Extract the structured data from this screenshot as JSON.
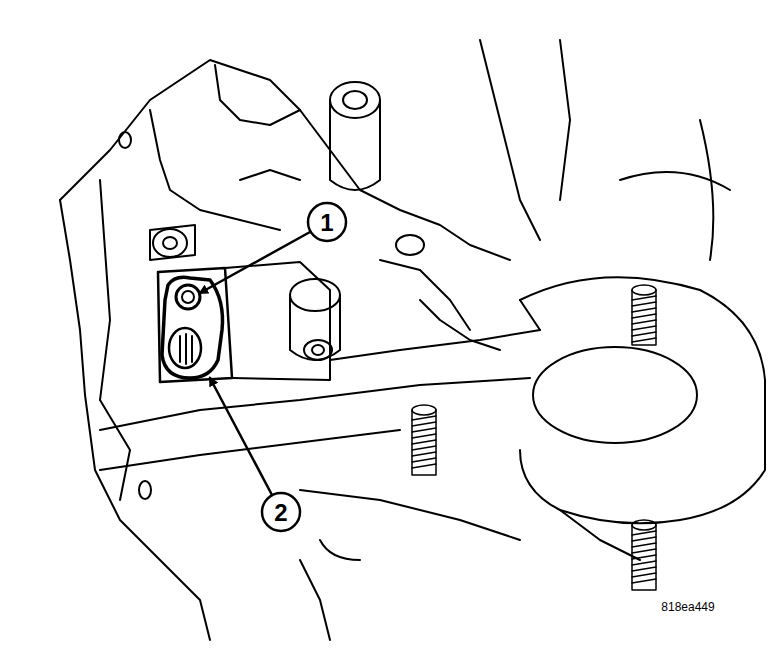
{
  "diagram": {
    "labels": [
      "1",
      "2",
      "818ea449"
    ]
  }
}
